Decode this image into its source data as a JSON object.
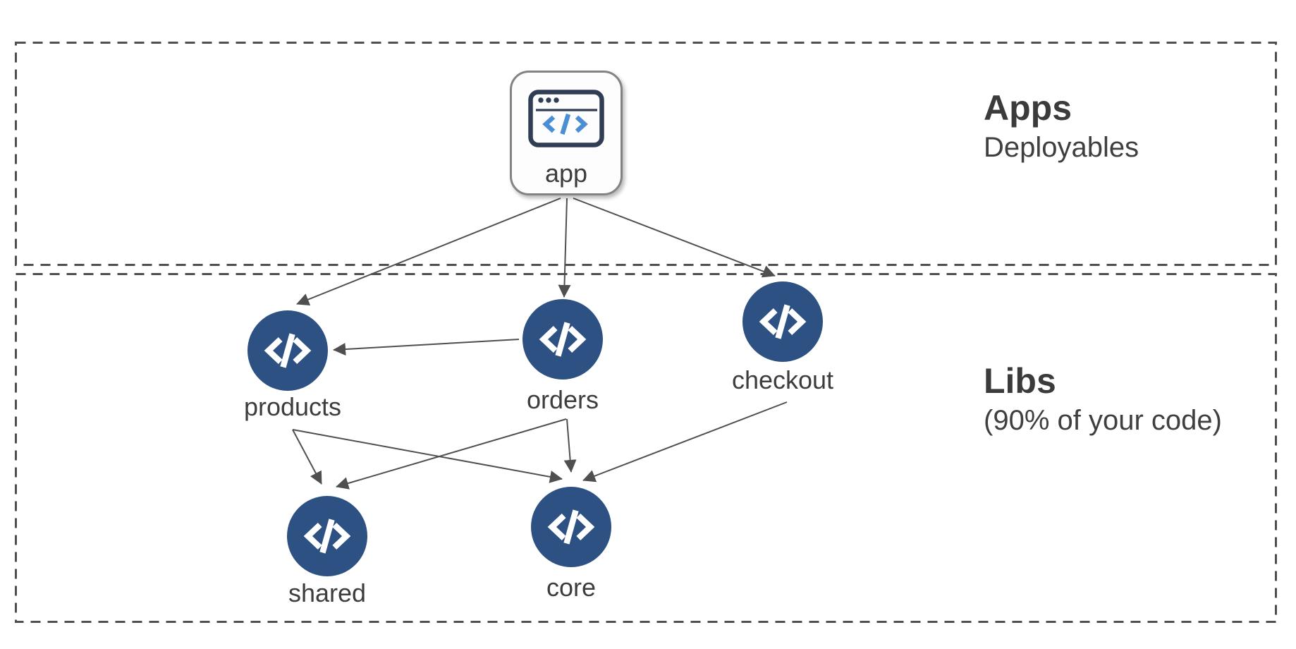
{
  "diagram": {
    "sections": [
      {
        "id": "apps",
        "title": "Apps",
        "subtitle": "Deployables"
      },
      {
        "id": "libs",
        "title": "Libs",
        "subtitle": "(90% of your code)"
      }
    ],
    "nodes": {
      "app": {
        "label": "app",
        "kind": "application",
        "icon": "browser-window-icon"
      },
      "products": {
        "label": "products",
        "kind": "library",
        "icon": "code-icon"
      },
      "orders": {
        "label": "orders",
        "kind": "library",
        "icon": "code-icon"
      },
      "checkout": {
        "label": "checkout",
        "kind": "library",
        "icon": "code-icon"
      },
      "shared": {
        "label": "shared",
        "kind": "library",
        "icon": "code-icon"
      },
      "core": {
        "label": "core",
        "kind": "library",
        "icon": "code-icon"
      }
    },
    "edges": [
      {
        "from": "app",
        "to": "products"
      },
      {
        "from": "app",
        "to": "orders"
      },
      {
        "from": "app",
        "to": "checkout"
      },
      {
        "from": "orders",
        "to": "products"
      },
      {
        "from": "products",
        "to": "shared"
      },
      {
        "from": "products",
        "to": "core"
      },
      {
        "from": "orders",
        "to": "shared"
      },
      {
        "from": "orders",
        "to": "core"
      },
      {
        "from": "checkout",
        "to": "core"
      }
    ],
    "colors": {
      "node_fill": "#2d5183",
      "icon_navy": "#2f3d55",
      "icon_blue": "#4a8fd4",
      "line": "#4f4f4f",
      "text": "#3d3d3d"
    }
  }
}
